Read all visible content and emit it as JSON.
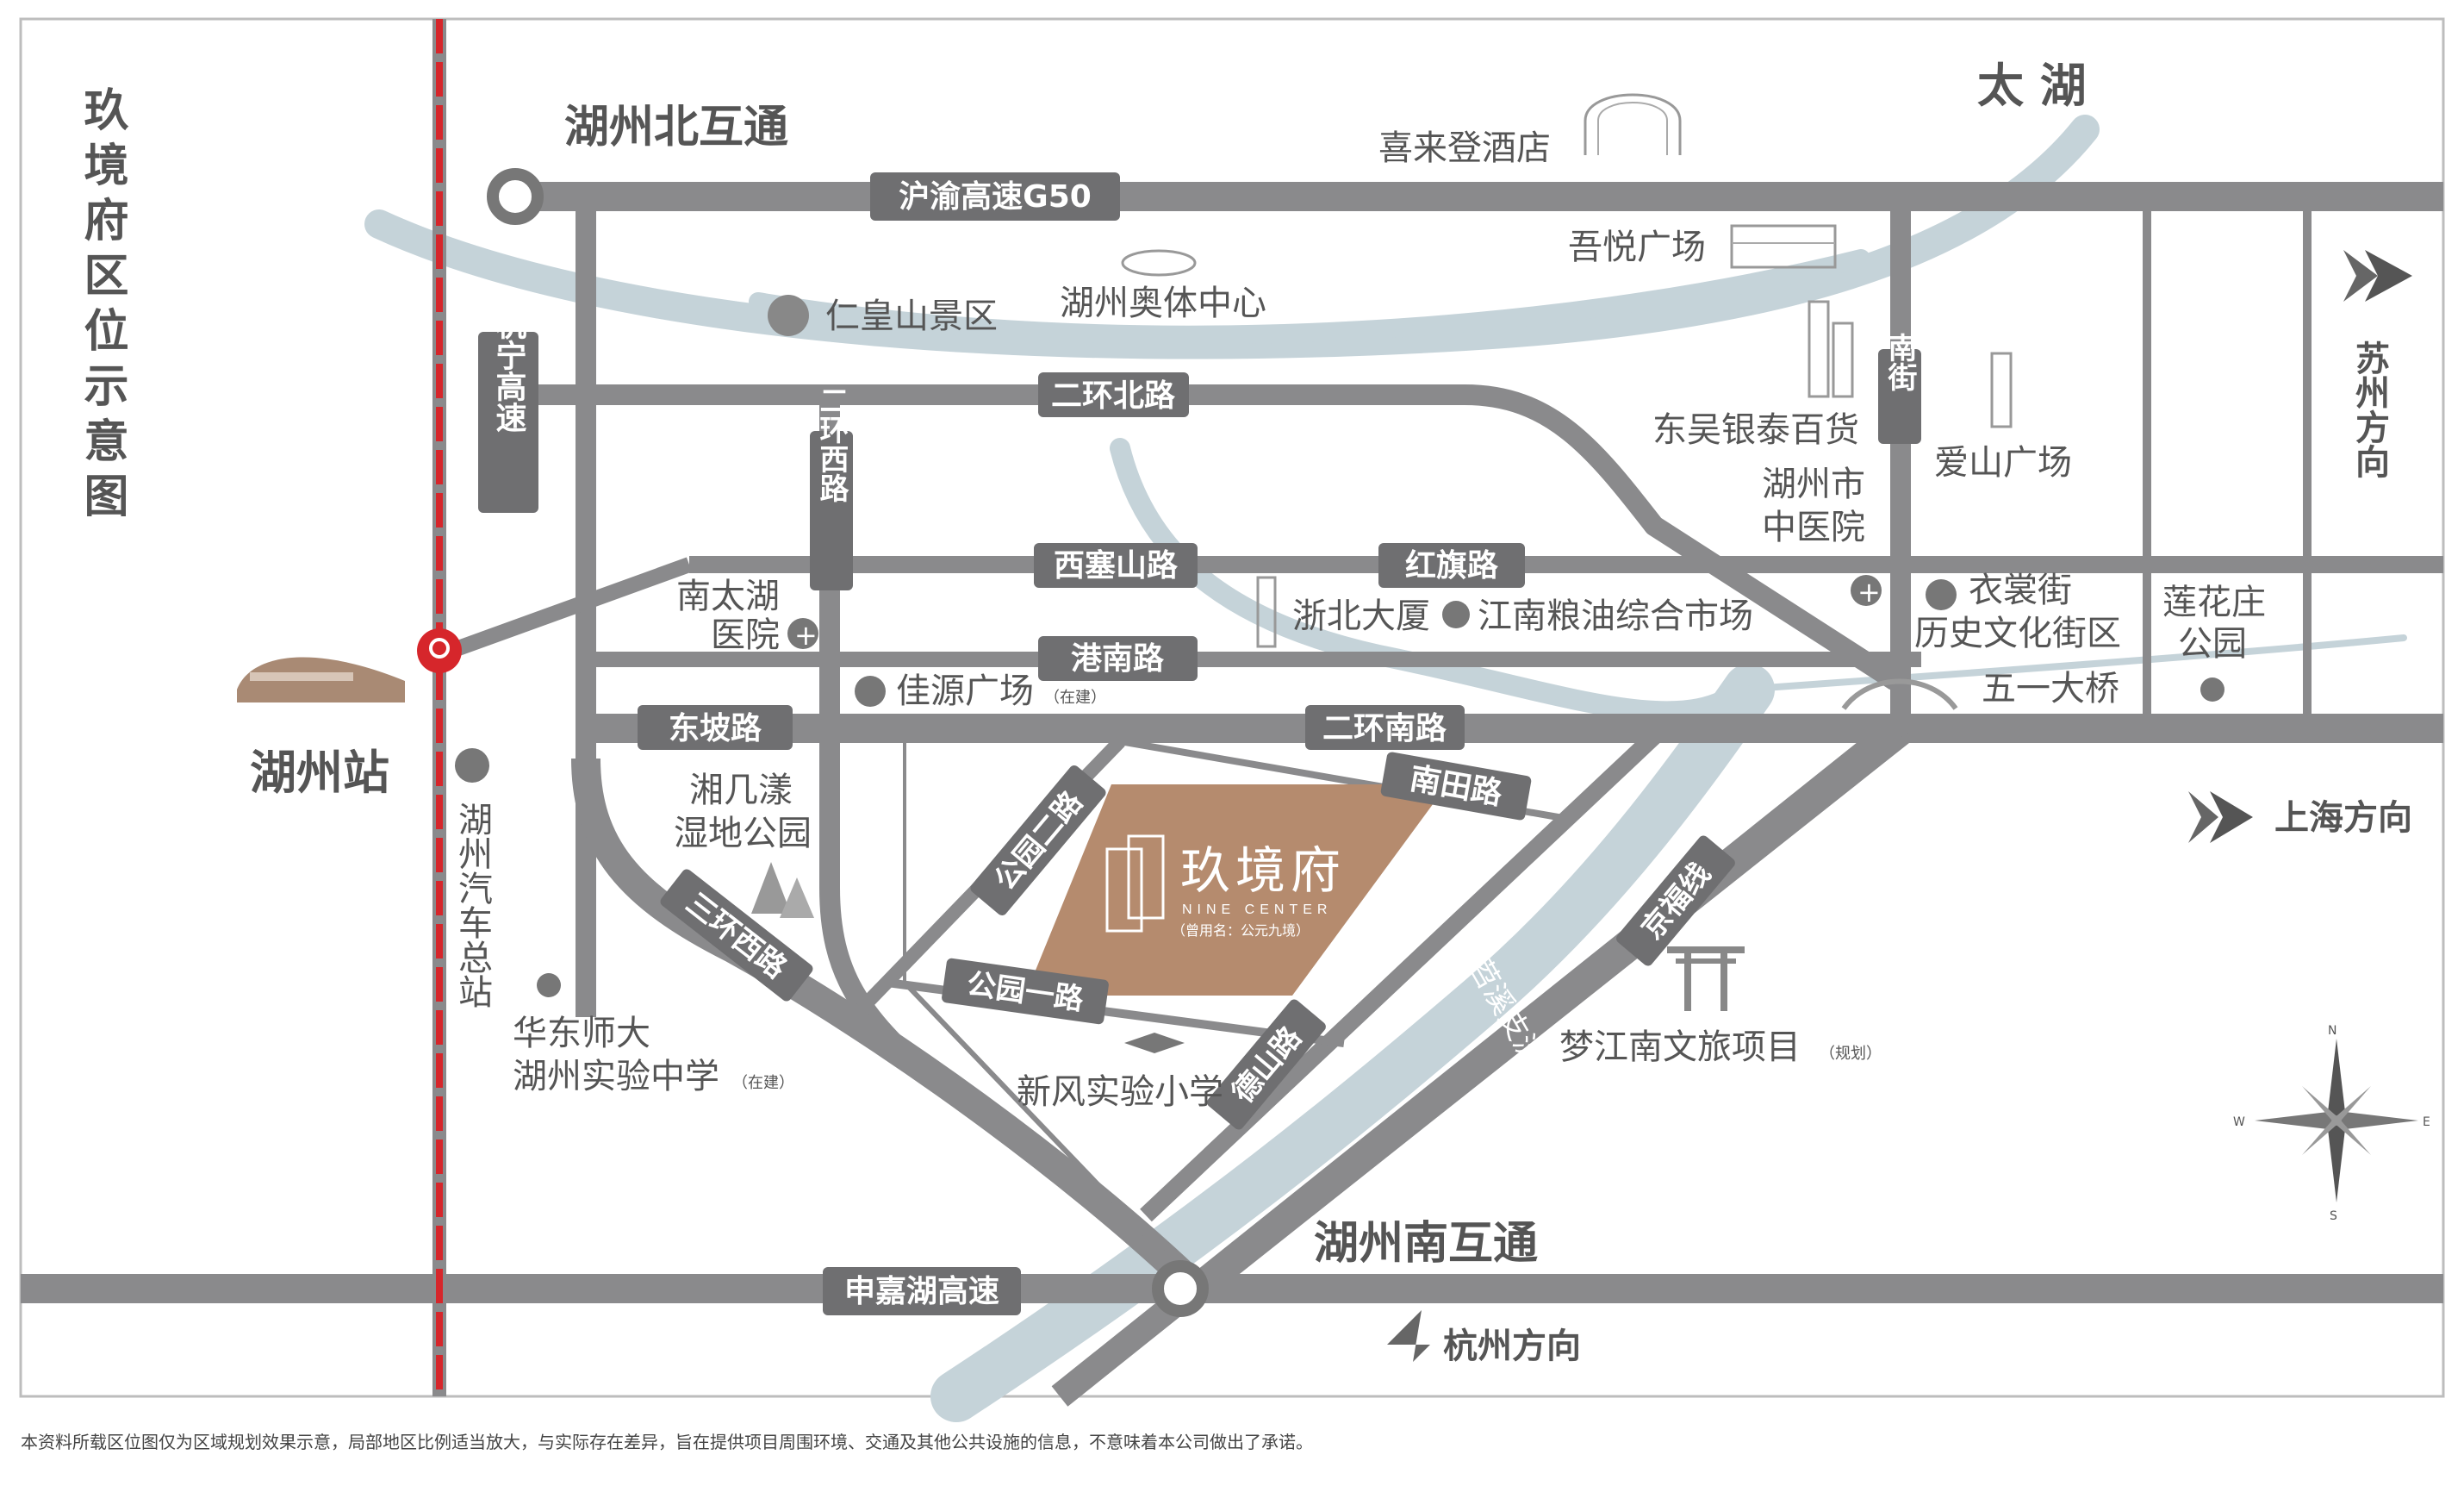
{
  "title": "玖境府区位示意图",
  "disclaimer": "本资料所载区位图仅为区域规划效果示意，局部地区比例适当放大，与实际存在差异，旨在提供项目周围环境、交通及其他公共设施的信息，不意味着本公司做出了承诺。",
  "project": {
    "name": "玖境府",
    "english": "NINE CENTER",
    "former_name": "（曾用名：公元九境）"
  },
  "roads": {
    "hu_yu": "沪渝高速G50",
    "hang_ning": "杭宁高速",
    "erhuan_north": "二环北路",
    "erhuan_west": "二环西路",
    "xisaishan": "西塞山路",
    "hongqi": "红旗路",
    "gangnan": "港南路",
    "dongpo": "东坡路",
    "erhuan_south": "二环南路",
    "nantian": "南田路",
    "sanhuan_west": "三环西路",
    "gongyuan_er": "公园二路",
    "gongyuan_yi": "公园一路",
    "deshan": "德山路",
    "jingfu": "京福线",
    "nanjie": "南街",
    "shenjiahu": "申嘉湖高速"
  },
  "interchanges": {
    "north": "湖州北互通",
    "south": "湖州南互通"
  },
  "water": {
    "taihu": "太 湖",
    "xitiaoxi": "西苕溪支流"
  },
  "directions": {
    "suzhou": "苏州方向",
    "shanghai": "上海方向",
    "hangzhou": "杭州方向"
  },
  "compass": {
    "n": "N",
    "s": "S",
    "e": "E",
    "w": "W"
  },
  "poi": {
    "xilaideng": "喜来登酒店",
    "wuyue": "吾悦广场",
    "renhuangshan": "仁皇山景区",
    "aoti": "湖州奥体中心",
    "dongwu_line1": "东吴银泰百货",
    "aishan": "爱山广场",
    "zhongyi_line1": "湖州市",
    "zhongyi_line2": "中医院",
    "nantaihu_line1": "南太湖",
    "nantaihu_line2": "医院",
    "zhebei": "浙北大厦",
    "jiangnan": "江南粮油综合市场",
    "yishang_line1": "衣裳街",
    "yishang_line2": "历史文化街区",
    "lianhua_line1": "莲花庄",
    "lianhua_line2": "公园",
    "jiayuan": "佳源广场",
    "jiayuan_note": "（在建）",
    "wuyi": "五一大桥",
    "huzhou_station": "湖州站",
    "bus_station": "湖州汽车总站",
    "xiangjiyang_line1": "湘几漾",
    "xiangjiyang_line2": "湿地公园",
    "huadong_line1": "华东师大",
    "huadong_line2": "湖州实验中学",
    "huadong_note": "（在建）",
    "xinfeng": "新风实验小学",
    "mengjiangnan": "梦江南文旅项目",
    "mengjiangnan_note": "（规划）"
  },
  "colors": {
    "road": "#8a8a8c",
    "label_bg": "#6f6f71",
    "river": "#c5d3d9",
    "rail": "#d6262b",
    "project": "#b58b6e",
    "text": "#555555"
  }
}
